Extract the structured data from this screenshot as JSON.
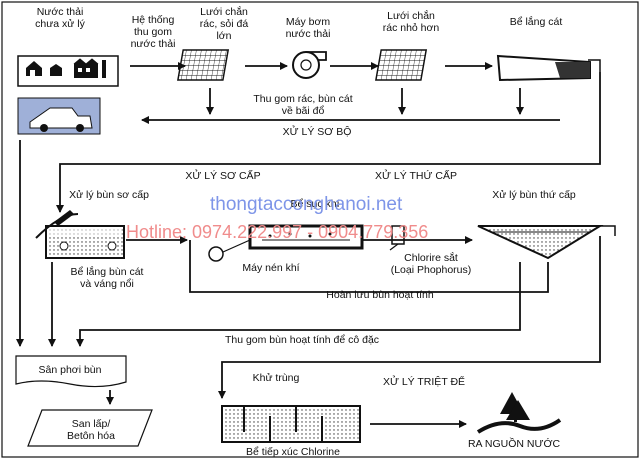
{
  "labels": {
    "raw_wastewater": "Nước thải\nchưa xử lý",
    "collection_system": "Hệ thống\nthu gom\nnước thải",
    "coarse_screen": "Lưới chắn\nrác, sỏi đá\nlớn",
    "pump": "Máy bơm\nnước thải",
    "fine_screen": "Lưới chắn\nrác nhỏ hơn",
    "grit_chamber": "Bể lắng cát",
    "landfill_collection": "Thu gom rác, bùn cát\nvề bãi đổ",
    "pretreatment": "XỬ LÝ SƠ BỘ",
    "primary_treatment": "XỬ LÝ SƠ CẤP",
    "secondary_treatment": "XỬ LÝ THỨ CẤP",
    "primary_sludge_treatment": "Xử lý bùn sơ cấp",
    "aeration_tank": "Bể sục khí",
    "secondary_sludge_treatment": "Xử lý bùn thứ cấp",
    "primary_clarifier": "Bể lắng bùn cát\nvà váng nổi",
    "air_compressor": "Máy nén khí",
    "ferric_chloride": "Chlorire sắt\n(Loại Phophorus)",
    "ras": "Hoàn lưu bùn hoạt tính",
    "was_thicken": "Thu gom bùn hoạt tính để cô đặc",
    "drying_bed": "Sân phơi bùn",
    "landfill_concrete": "San lấp/\nBetôn hóa",
    "disinfection": "Khử trùng",
    "tertiary_treatment": "XỬ LÝ TRIỆT ĐỂ",
    "chlorine_contact": "Bể tiếp xúc Chlorine",
    "discharge": "RA NGUỒN NƯỚC"
  },
  "watermark": {
    "site": "thongtacconghanoi.net",
    "hotline": "Hotline: 0974.222.997 - 0904.779.356"
  },
  "colors": {
    "ink": "#111111",
    "panel": "#9fb0d8",
    "watermark_site": "#7e95e8",
    "watermark_hotline": "#f08c8c"
  }
}
